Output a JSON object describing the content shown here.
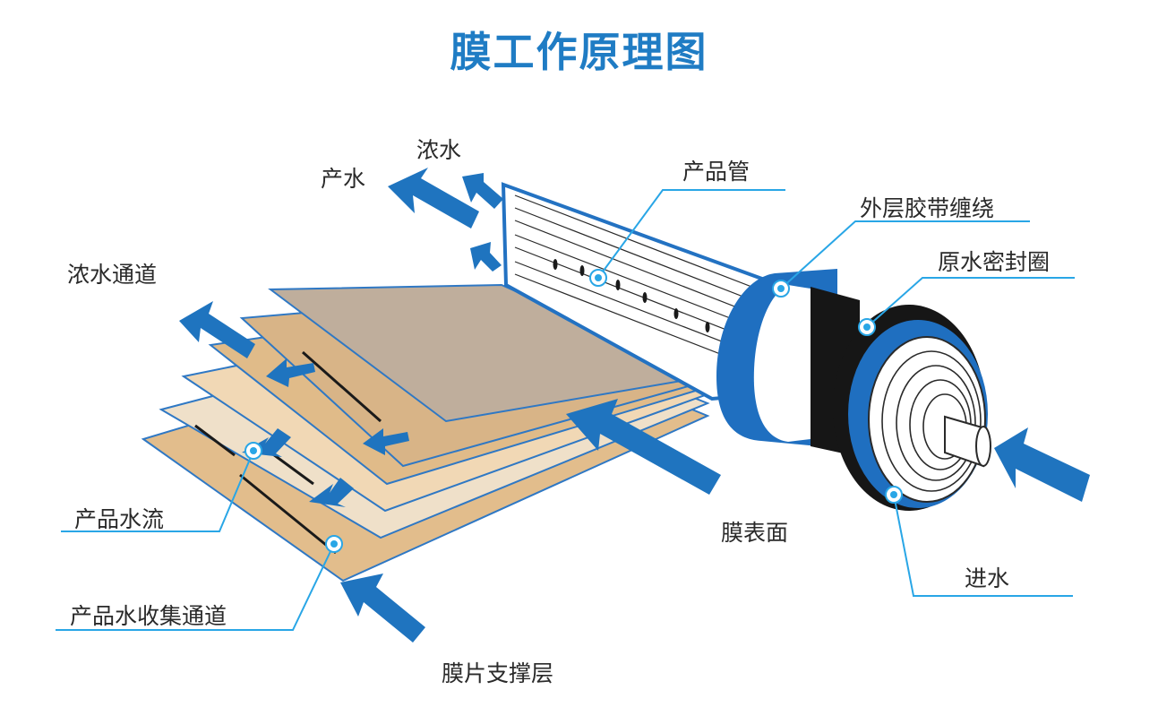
{
  "title": "膜工作原理图",
  "labels": {
    "concentrate_water": "浓水",
    "product_water": "产水",
    "product_tube": "产品管",
    "outer_tape_wrap": "外层胶带缠绕",
    "raw_water_seal": "原水密封圈",
    "concentrate_channel": "浓水通道",
    "product_water_flow": "产品水流",
    "product_collection_channel": "产品水收集通道",
    "membrane_surface": "膜表面",
    "membrane_support_layer": "膜片支撑层",
    "feed_water": "进水"
  },
  "colors": {
    "title": "#1f7cc4",
    "arrow": "#1f74bf",
    "leader_line": "#29a6e6",
    "cylinder_blue": "#1f6fc0",
    "seal_black": "#161616",
    "sheet_tan": "#e1bc8c",
    "sheet_brown": "#bfae9c"
  }
}
